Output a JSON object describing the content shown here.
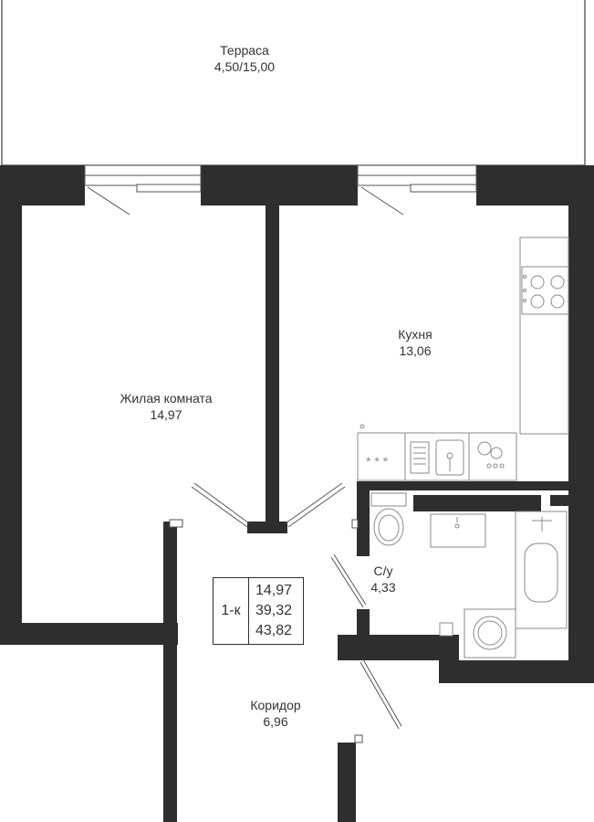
{
  "plan": {
    "rooms": [
      {
        "id": "terrace",
        "name": "Терраса",
        "area": "4,50/15,00"
      },
      {
        "id": "living",
        "name": "Жилая комната",
        "area": "14,97"
      },
      {
        "id": "kitchen",
        "name": "Кухня",
        "area": "13,06"
      },
      {
        "id": "bathroom",
        "name": "С/у",
        "area": "4,33"
      },
      {
        "id": "corridor",
        "name": "Коридор",
        "area": "6,96"
      }
    ],
    "summary": {
      "type": "1-к",
      "living_area": "14,97",
      "useful_area": "39,32",
      "total_area": "43,82"
    }
  },
  "colors": {
    "wall": "#2e2e2e",
    "line": "#555555",
    "fixture": "#8a8a8a",
    "background": "#ffffff"
  }
}
